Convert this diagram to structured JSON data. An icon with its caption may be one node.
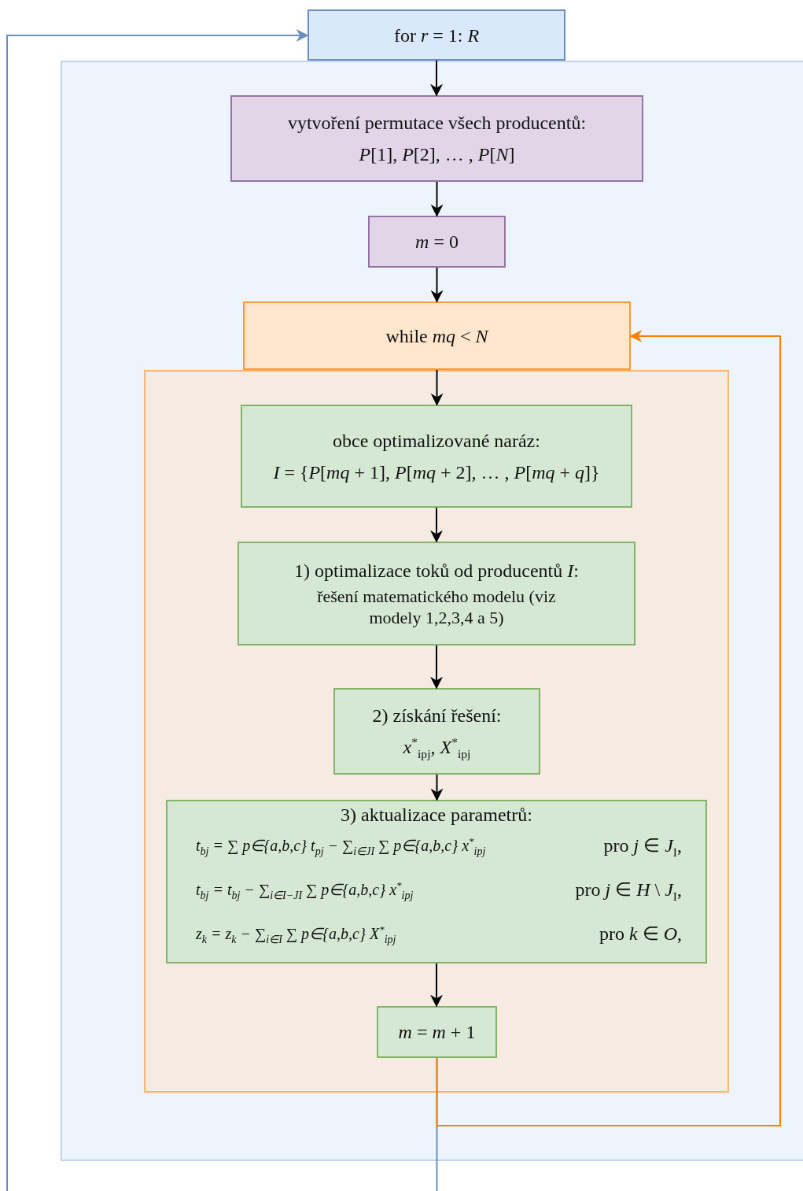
{
  "diagram": {
    "nodes": [
      {
        "text": [
          "for *r* = 1: *R*"
        ]
      },
      {
        "text": [],
        "shape": "box"
      },
      {
        "text": [
          "vytvoření permutace všech producentů:",
          "*P*[1], *P*[2], … , *P*[*N*]"
        ],
        "in": 1
      },
      {
        "text": [
          "*m* = 0"
        ],
        "in": 1
      },
      {
        "text": [
          "while *mq* < *N*"
        ],
        "in": 1
      },
      {
        "text": [],
        "shape": "box",
        "in": 1
      },
      {
        "text": [
          "obce optimalizované naráz:",
          "*I* = {*P*[*mq* + 1], *P*[*mq* + 2], … , *P*[*mq* + *q*]}"
        ],
        "in": 5
      },
      {
        "text": [
          "1)  optimalizace toků od producentů *I*:",
          "řešení matematického modelu (viz modely 1,2,3,4 a 5)"
        ],
        "in": 5
      },
      {
        "text": [
          "2) získání řešení:",
          "*x*$^{*}$$_{ipj}$, *X*$^{*}$$_{ipj}$"
        ],
        "in": 5
      },
      {
        "text": [
          "3) aktualizace parametrů:",
          "t$_{bj}$ = ∑ p∈{a,b,c} t$_{pj}$ − ∑$_{i∈J}$$_{I}$ ∑ p∈{a,b,c} x$^{*}$$_{ipj}$",
          "pro *j* ∈ *J*$_{I}$,",
          "t$_{bj}$ = t$_{bj}$ − ∑$_{i∈I−J}$$_{I}$ ∑ p∈{a,b,c} x$^{*}$$_{ipj}$",
          "pro *j* ∈ *H* \\ *J*$_{I}$,",
          "z$_{k}$ = z$_{k}$ − ∑$_{i∈I}$ ∑ p∈{a,b,c} X$^{*}$$_{ipj}$",
          "pro *k* ∈ *O*,"
        ],
        "in": 5
      },
      {
        "text": [
          "*m* = *m* + 1"
        ],
        "in": 5
      }
    ],
    "edges": [
      {
        "from": 0,
        "to": 2,
        "arrow": "to"
      },
      {
        "from": 2,
        "to": 3,
        "arrow": "to"
      },
      {
        "from": 3,
        "to": 4,
        "arrow": "to"
      },
      {
        "from": 4,
        "to": 6,
        "arrow": "to"
      },
      {
        "from": 6,
        "to": 7,
        "arrow": "to"
      },
      {
        "from": 7,
        "to": 8,
        "arrow": "to"
      },
      {
        "from": 8,
        "to": 9,
        "arrow": "to"
      },
      {
        "from": 9,
        "to": 10,
        "arrow": "to"
      },
      {
        "from": 10,
        "to": null,
        "arrow": "none",
        "color": "#6c8ebf"
      },
      {
        "from": 10,
        "to": 4,
        "arrow": "to",
        "color": "#ff8000"
      },
      {
        "from": null,
        "to": 0,
        "arrow": "to",
        "color": "#6c8ebf"
      }
    ]
  }
}
